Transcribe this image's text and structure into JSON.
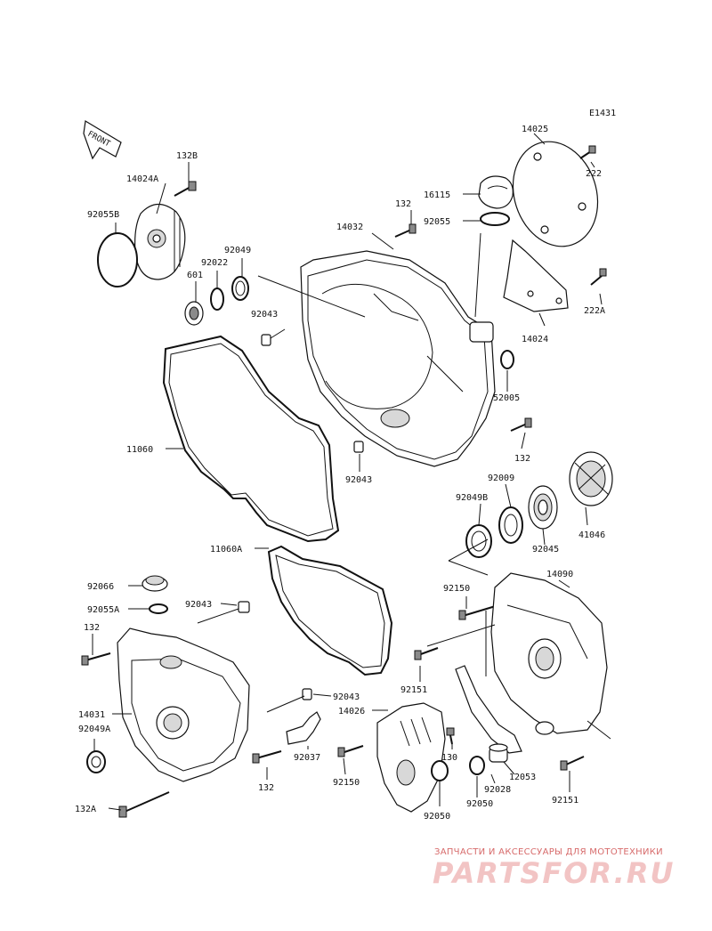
{
  "diagram": {
    "code": "E1431",
    "front_label": "FRONT",
    "part_labels": [
      "14025",
      "222",
      "16115",
      "92055",
      "132",
      "14032",
      "132B",
      "14024A",
      "92055B",
      "92049",
      "92022",
      "601",
      "222A",
      "14024",
      "92043",
      "52005",
      "11060",
      "132",
      "92043",
      "92009",
      "92049B",
      "41046",
      "92045",
      "11060A",
      "14090",
      "92066",
      "92150",
      "92055A",
      "92043",
      "132",
      "14031",
      "92049A",
      "92151",
      "92043",
      "14026",
      "92037",
      "130",
      "12053",
      "132",
      "92150",
      "92028",
      "92050",
      "92151",
      "132A",
      "92050"
    ]
  },
  "watermark": {
    "tagline": "ЗАПЧАСТИ И АКСЕССУАРЫ ДЛЯ МОТОТЕХНИКИ",
    "brand": "PARTSFOR.RU"
  }
}
